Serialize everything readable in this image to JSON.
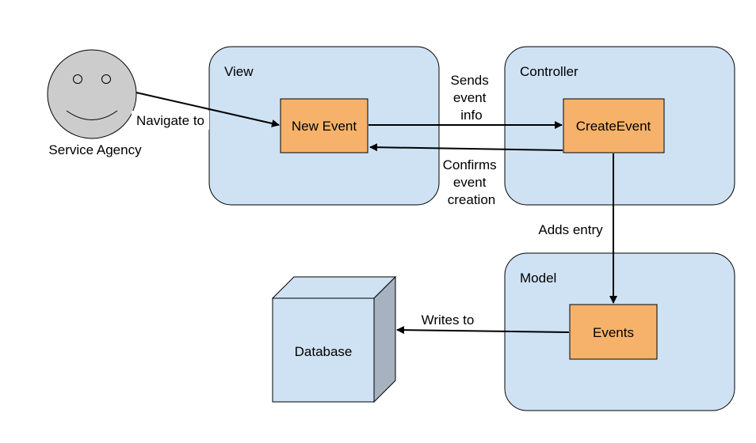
{
  "actor": {
    "label": "Service Agency"
  },
  "containers": {
    "view": {
      "label": "View"
    },
    "controller": {
      "label": "Controller"
    },
    "model": {
      "label": "Model"
    }
  },
  "nodes": {
    "new_event": {
      "label": "New Event"
    },
    "create_event": {
      "label": "CreateEvent"
    },
    "events": {
      "label": "Events"
    },
    "database": {
      "label": "Database"
    }
  },
  "edges": {
    "navigate_to": {
      "label": "Navigate to"
    },
    "sends_event_info": {
      "lines": [
        "Sends",
        "event",
        "info"
      ]
    },
    "confirms_event_creation": {
      "lines": [
        "Confirms",
        "event",
        "creation"
      ]
    },
    "adds_entry": {
      "label": "Adds entry"
    },
    "writes_to": {
      "label": "Writes to"
    }
  },
  "colors": {
    "container_fill": "#cfe2f3",
    "node_fill": "#f6b26b",
    "actor_fill": "#cccccc",
    "database_side": "#a6b2c0",
    "stroke": "#000000"
  }
}
